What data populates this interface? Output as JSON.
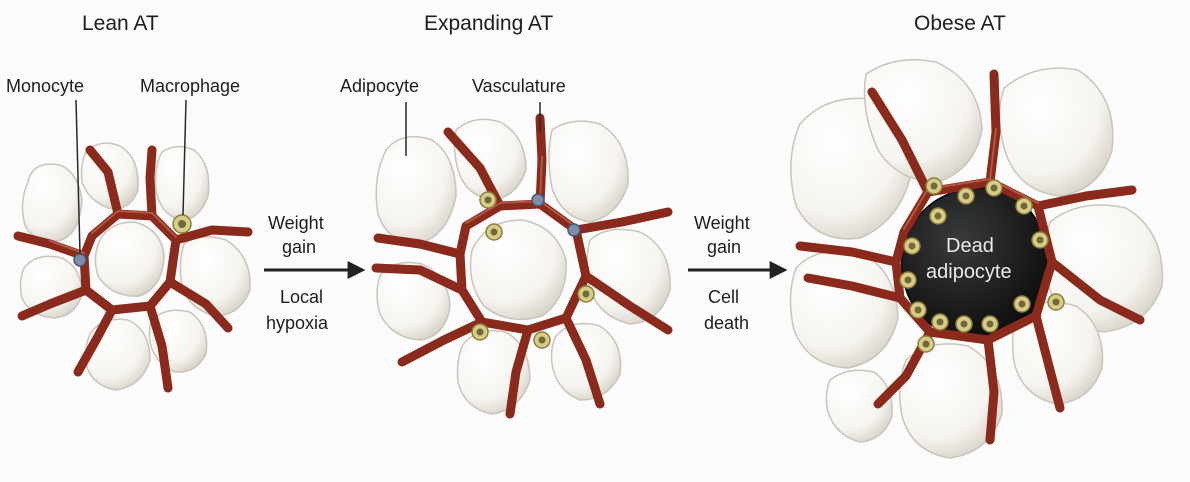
{
  "panels": [
    {
      "title": "Lean AT"
    },
    {
      "title": "Expanding AT"
    },
    {
      "title": "Obese AT"
    }
  ],
  "labels": {
    "monocyte": "Monocyte",
    "macrophage": "Macrophage",
    "adipocyte": "Adipocyte",
    "vasculature": "Vasculature",
    "dead_line1": "Dead",
    "dead_line2": "adipocyte"
  },
  "arrows": [
    {
      "above_line1": "Weight",
      "above_line2": "gain",
      "below_line1": "Local",
      "below_line2": "hypoxia"
    },
    {
      "above_line1": "Weight",
      "above_line2": "gain",
      "below_line1": "Cell",
      "below_line2": "death"
    }
  ],
  "colors": {
    "background": "#fbfbfb",
    "adipocyte_fill": "#f7f5f0",
    "adipocyte_edge": "#c9c4bc",
    "vessel": "#8a2a1c",
    "vessel_highlight": "#c06a52",
    "macrophage_fill": "#d8cc86",
    "macrophage_core": "#6e6a3a",
    "monocyte": "#7e8ea8",
    "dead_adipocyte": "#141414",
    "text": "#1e1e1e",
    "arrow": "#222222"
  }
}
